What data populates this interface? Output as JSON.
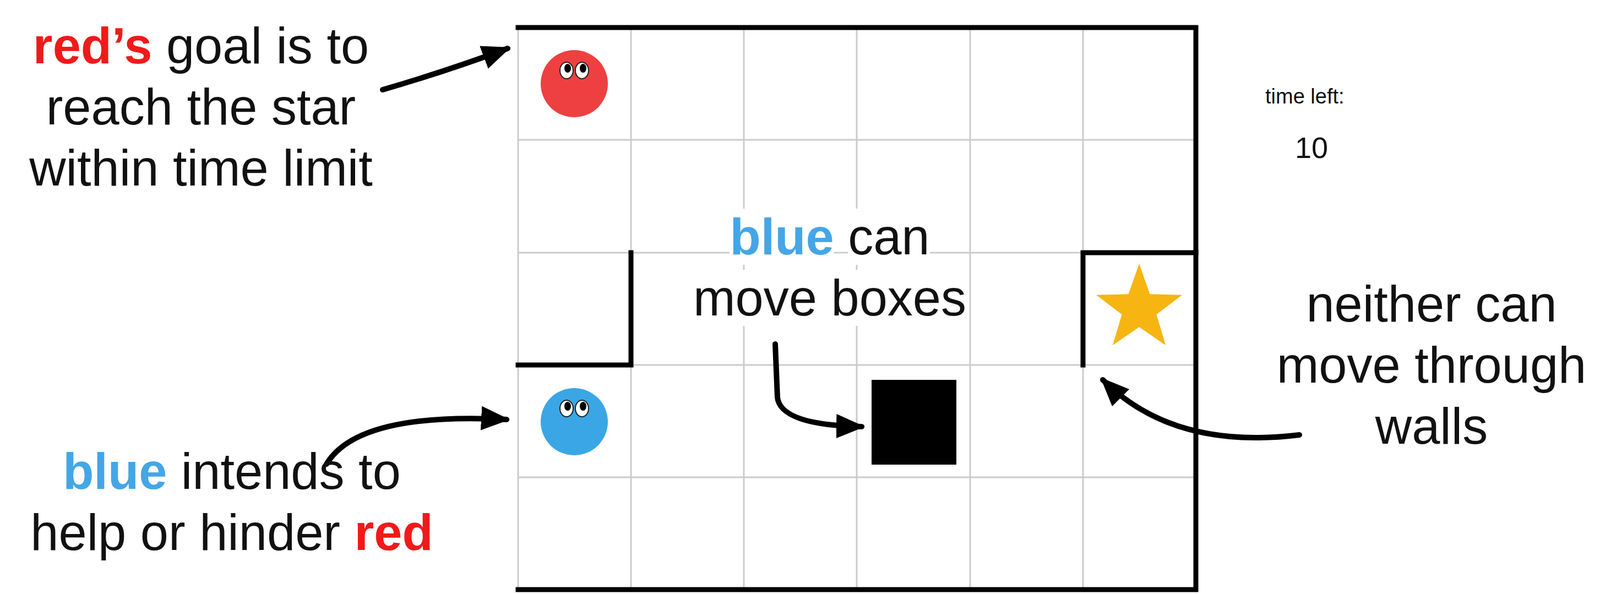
{
  "diagram": {
    "labels": [
      "red’s",
      "goal is to reach the star within time limit",
      "blue",
      "can move boxes",
      "neither can move through walls",
      "blue",
      "intends to help or hinder",
      "red",
      "time left:",
      "10"
    ]
  }
}
